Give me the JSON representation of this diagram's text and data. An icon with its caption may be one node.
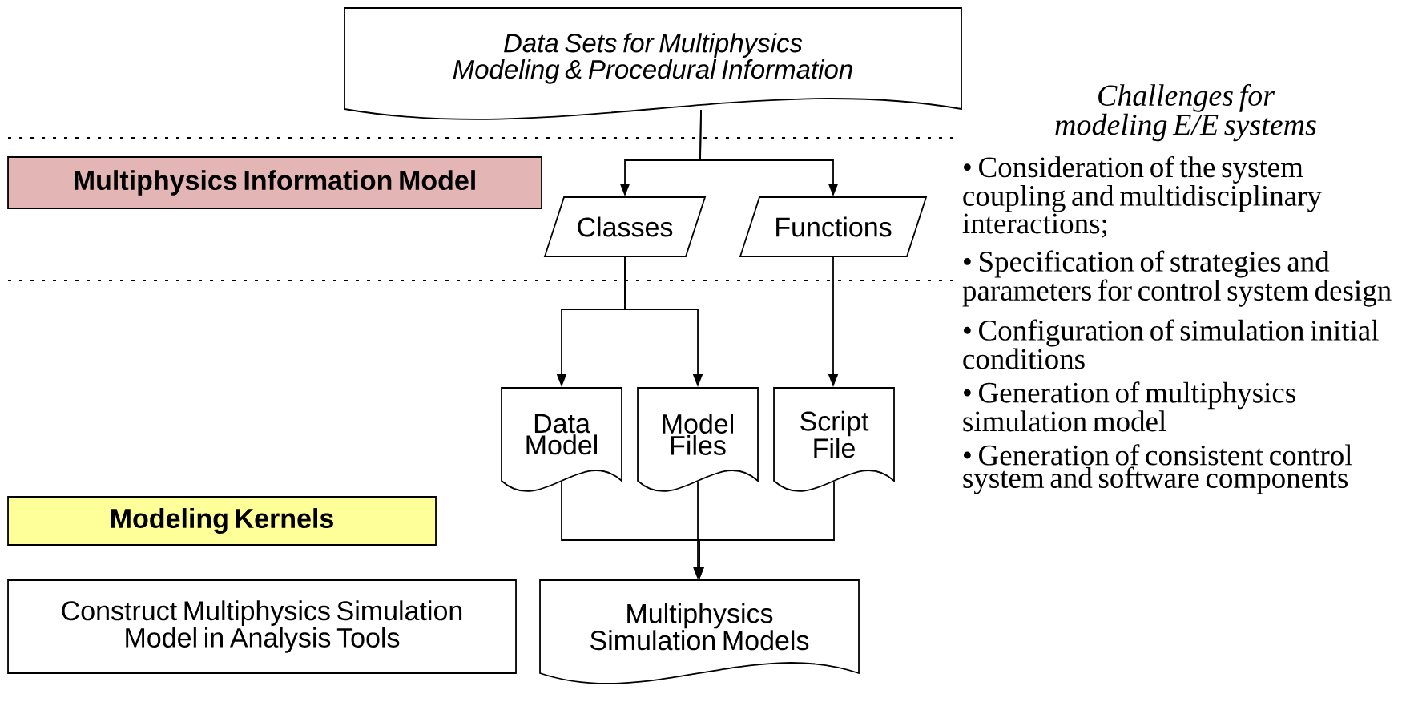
{
  "diagram": {
    "nodes": [
      {
        "text": [
          "Data Sets for Multiphysics Modeling & Procedural Information"
        ]
      },
      {
        "text": [
          "Multiphysics Information Model"
        ]
      },
      {
        "text": [
          "Classes"
        ]
      },
      {
        "text": [
          "Functions"
        ]
      },
      {
        "text": [
          "Data Model"
        ]
      },
      {
        "text": [
          "Model Files"
        ]
      },
      {
        "text": [
          "Script File"
        ]
      },
      {
        "text": [
          "Modeling Kernels"
        ]
      },
      {
        "text": [
          "Construct Multiphysics Simulation Model in Analysis Tools"
        ]
      },
      {
        "text": [
          "Multiphysics Simulation Models"
        ]
      }
    ],
    "edges": [
      {
        "from": 0,
        "to": 2,
        "arrow": "to"
      },
      {
        "from": 0,
        "to": 3,
        "arrow": "to"
      },
      {
        "from": 2,
        "to": 4,
        "arrow": "to"
      },
      {
        "from": 2,
        "to": 5,
        "arrow": "to"
      },
      {
        "from": 3,
        "to": 6,
        "arrow": "to"
      },
      {
        "from": 4,
        "to": 9,
        "arrow": "to"
      },
      {
        "from": 5,
        "to": 9,
        "arrow": "to"
      },
      {
        "from": 6,
        "to": 9,
        "arrow": "to"
      }
    ],
    "labels": [
      "Challenges for modeling E/E systems",
      "• Consideration of the system coupling and multidisciplinary interactions;",
      "• Specification of strategies and parameters for control system design",
      "• Configuration of simulation initial conditions",
      "• Generation of multiphysics simulation model",
      "• Generation of consistent control system and software components"
    ]
  }
}
